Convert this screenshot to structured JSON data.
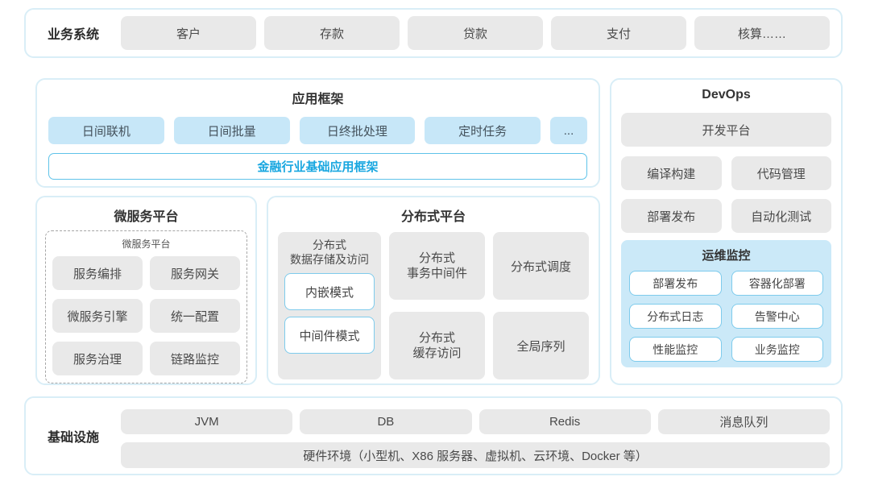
{
  "colors": {
    "section_border": "#d9eef7",
    "box_gray": "#e9e9e9",
    "light_blue": "#c7e7f8",
    "monitor_bg": "#cbe9f8",
    "accent_blue": "#19a7e0",
    "white_box_border": "#7ecbec"
  },
  "business": {
    "label": "业务系统",
    "items": [
      "客户",
      "存款",
      "贷款",
      "支付",
      "核算……"
    ]
  },
  "app_framework": {
    "title": "应用框架",
    "items": [
      "日间联机",
      "日间批量",
      "日终批处理",
      "定时任务"
    ],
    "more_label": "...",
    "base_label": "金融行业基础应用框架"
  },
  "devops": {
    "title": "DevOps",
    "platform": "开发平台",
    "items": [
      "编译构建",
      "代码管理",
      "部署发布",
      "自动化测试"
    ],
    "monitor": {
      "title": "运维监控",
      "items": [
        "部署发布",
        "容器化部署",
        "分布式日志",
        "告警中心",
        "性能监控",
        "业务监控"
      ]
    }
  },
  "microservice": {
    "title": "微服务平台",
    "inner_title": "微服务平台",
    "items": [
      "服务编排",
      "服务网关",
      "微服务引擎",
      "统一配置",
      "服务治理",
      "链路监控"
    ]
  },
  "distributed": {
    "title": "分布式平台",
    "storage": {
      "label": "分布式\n数据存储及访问",
      "modes": [
        "内嵌模式",
        "中间件模式"
      ]
    },
    "transaction": "分布式\n事务中间件",
    "cache": "分布式\n缓存访问",
    "scheduler": "分布式调度",
    "sequence": "全局序列"
  },
  "infrastructure": {
    "label": "基础设施",
    "items": [
      "JVM",
      "DB",
      "Redis",
      "消息队列"
    ],
    "hardware": "硬件环境（小型机、X86 服务器、虚拟机、云环境、Docker 等）"
  }
}
